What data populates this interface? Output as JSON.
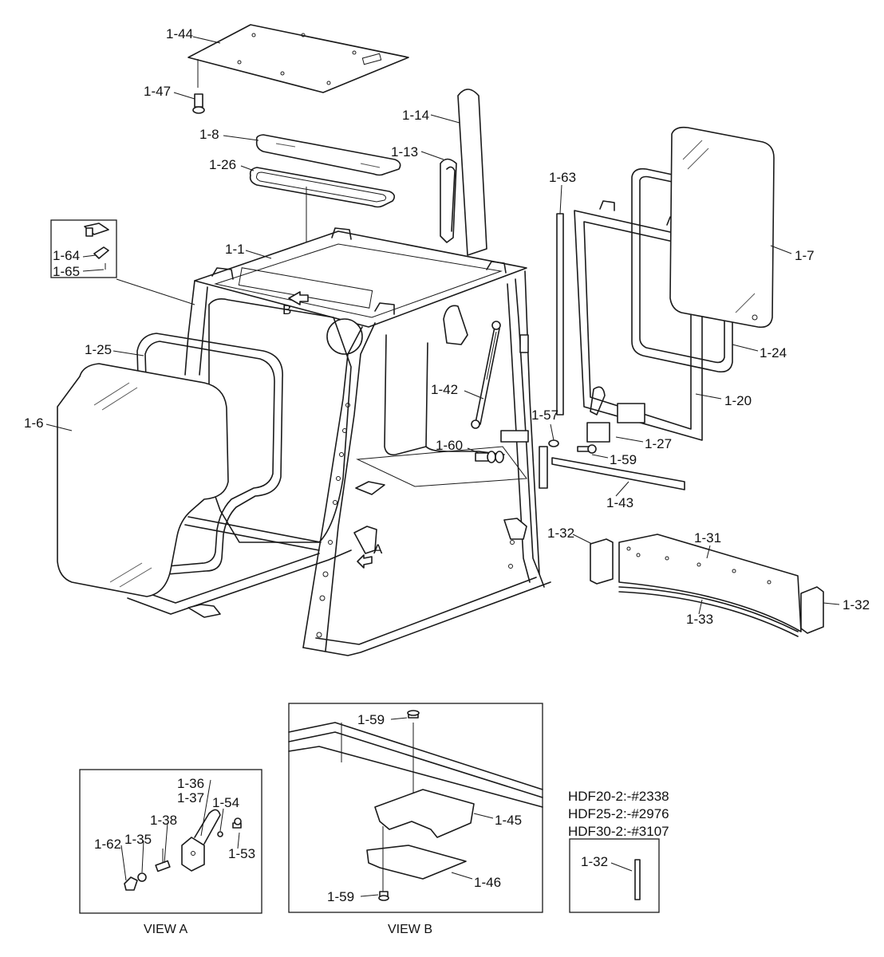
{
  "labels": {
    "p1_44": "1-44",
    "p1_47": "1-47",
    "p1_8": "1-8",
    "p1_26": "1-26",
    "p1_14": "1-14",
    "p1_13": "1-13",
    "p1_63": "1-63",
    "p1_7": "1-7",
    "p1_1": "1-1",
    "p1_64": "1-64",
    "p1_65": "1-65",
    "p1_25": "1-25",
    "p1_6": "1-6",
    "p1_24": "1-24",
    "p1_20": "1-20",
    "p1_42": "1-42",
    "p1_57": "1-57",
    "p1_27": "1-27",
    "p1_60": "1-60",
    "p1_59_main": "1-59",
    "p1_43": "1-43",
    "p1_32_a": "1-32",
    "p1_31": "1-31",
    "p1_32_b": "1-32",
    "p1_33": "1-33",
    "mark_b": "B",
    "mark_a": "A",
    "v_a_1_36": "1-36",
    "v_a_1_37": "1-37",
    "v_a_1_54": "1-54",
    "v_a_1_38": "1-38",
    "v_a_1_62": "1-62",
    "v_a_1_35": "1-35",
    "v_a_1_53": "1-53",
    "v_b_1_59_top": "1-59",
    "v_b_1_45": "1-45",
    "v_b_1_46": "1-46",
    "v_b_1_59_bot": "1-59",
    "v_c_1_32": "1-32"
  },
  "captions": {
    "view_a": "VIEW A",
    "view_b": "VIEW B"
  },
  "serial_notes": [
    "HDF20-2:-#2338",
    "HDF25-2:-#2976",
    "HDF30-2:-#3107"
  ]
}
